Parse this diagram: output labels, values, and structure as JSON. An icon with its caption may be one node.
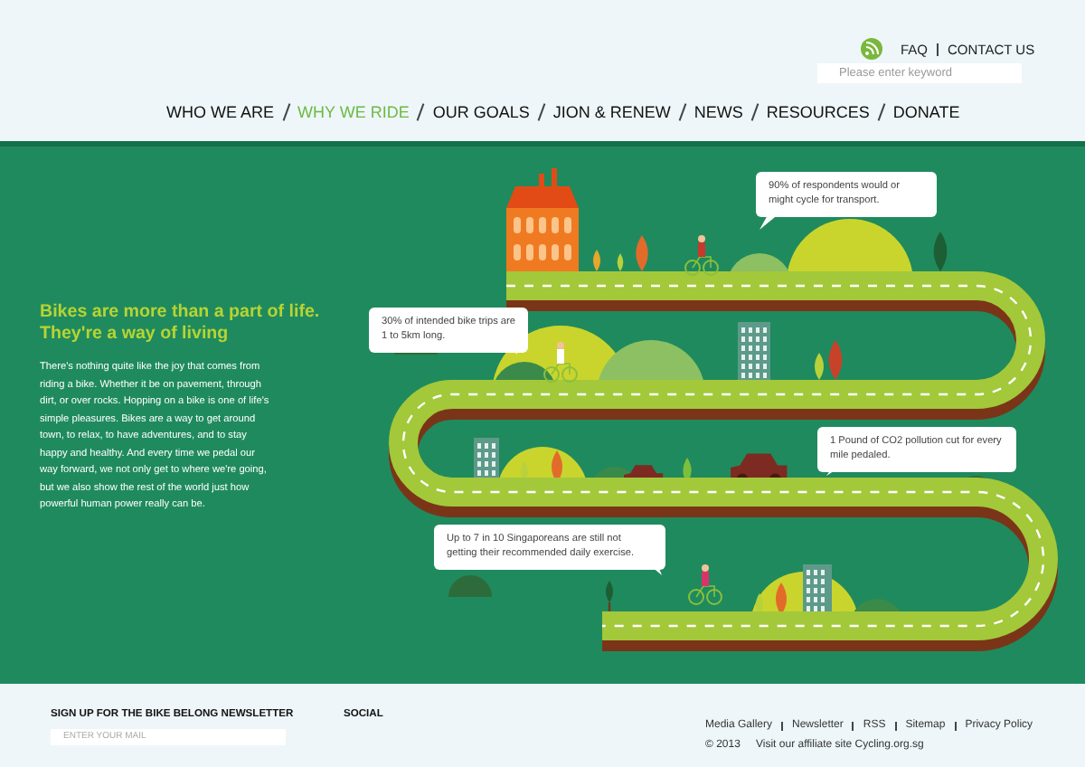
{
  "diagram": {
    "labels": [
      "FAQ",
      "CONTACT US",
      "Please enter keyword",
      "WHO WE ARE",
      "WHY WE RIDE",
      "OUR GOALS",
      "JION & RENEW",
      "NEWS",
      "RESOURCES",
      "DONATE",
      "Bikes are more than a part of life. They're a way of living",
      "There's nothing quite like the joy that comes from riding a bike. Whether it be on pavement, through dirt, or over rocks. Hopping on a bike is one of life's simple pleasures. Bikes are a way to get around town, to relax, to have adventures, and to stay happy and healthy. And every time we pedal our way forward, we not only get to where we're going, but we also show the rest of the world just how powerful human power really can be.",
      "90% of respondents would or might cycle for transport.",
      "30% of intended bike trips are 1 to 5km long.",
      "1 Pound of CO2 pollution cut for every mile pedaled.",
      "Up to 7 in 10 Singaporeans are still not getting their recommended daily exercise.",
      "SIGN UP FOR THE BIKE BELONG NEWSLETTER",
      "ENTER YOUR MAIL",
      "SOCIAL",
      "Media Gallery",
      "Newsletter",
      "RSS",
      "Sitemap",
      "Privacy Policy",
      "© 2013",
      "Visit our affiliate site Cycling.org.sg"
    ]
  }
}
